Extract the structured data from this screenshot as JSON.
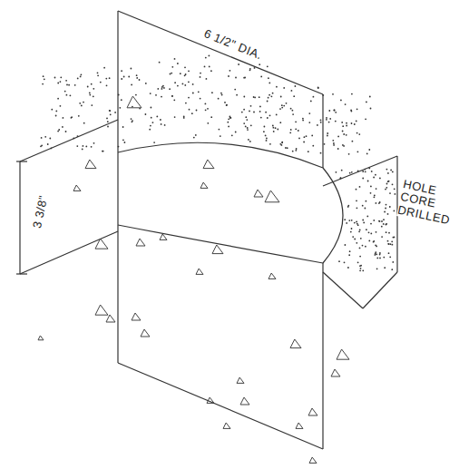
{
  "diagram": {
    "labels": [
      "6 1/2\" DIA.",
      "3 3/8\"",
      "HOLE CORE DRILLED"
    ]
  }
}
